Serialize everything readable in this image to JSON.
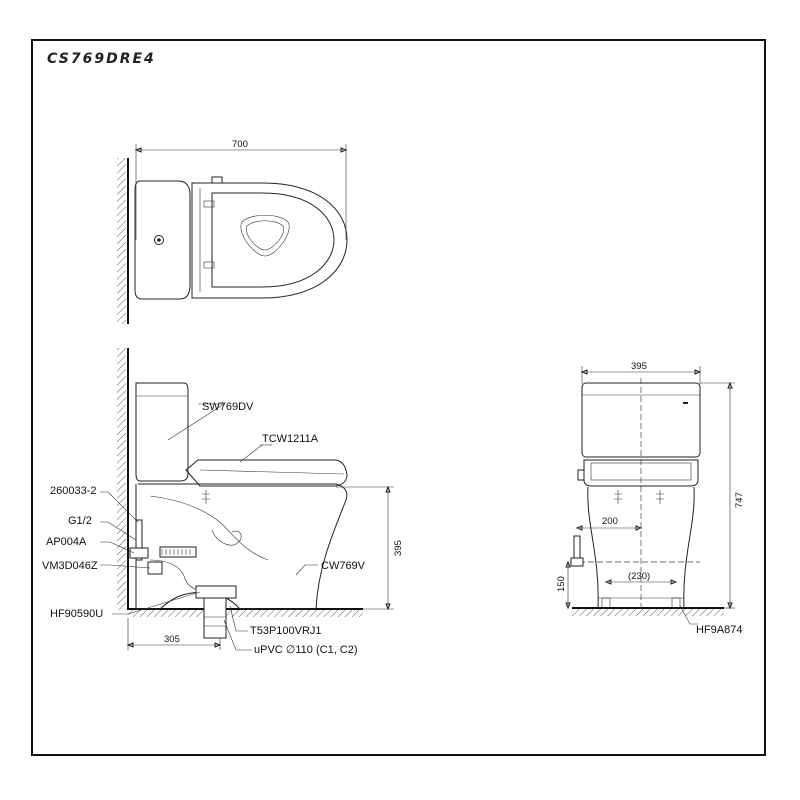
{
  "title": "CS769DRE4",
  "dimensions": {
    "top_width": "700",
    "front_width": "395",
    "side_seat_height": "395",
    "front_total_height": "747",
    "rough_in": "305",
    "front_offset": "200",
    "front_inlet_height": "150",
    "front_bolt_spacing": "(230)"
  },
  "labels": {
    "tank": "SW769DV",
    "seat": "TCW1211A",
    "bowl": "CW769V",
    "hose": "260033-2",
    "thread": "G1/2",
    "valve": "AP004A",
    "fitting": "VM3D046Z",
    "flange": "HF90590U",
    "drain": "T53P100VRJ1",
    "pipe": "uPVC ∅110 (C1, C2)",
    "front_bolt": "HF9A874"
  },
  "colors": {
    "line": "#222222",
    "frame": "#111111",
    "background": "#ffffff"
  }
}
